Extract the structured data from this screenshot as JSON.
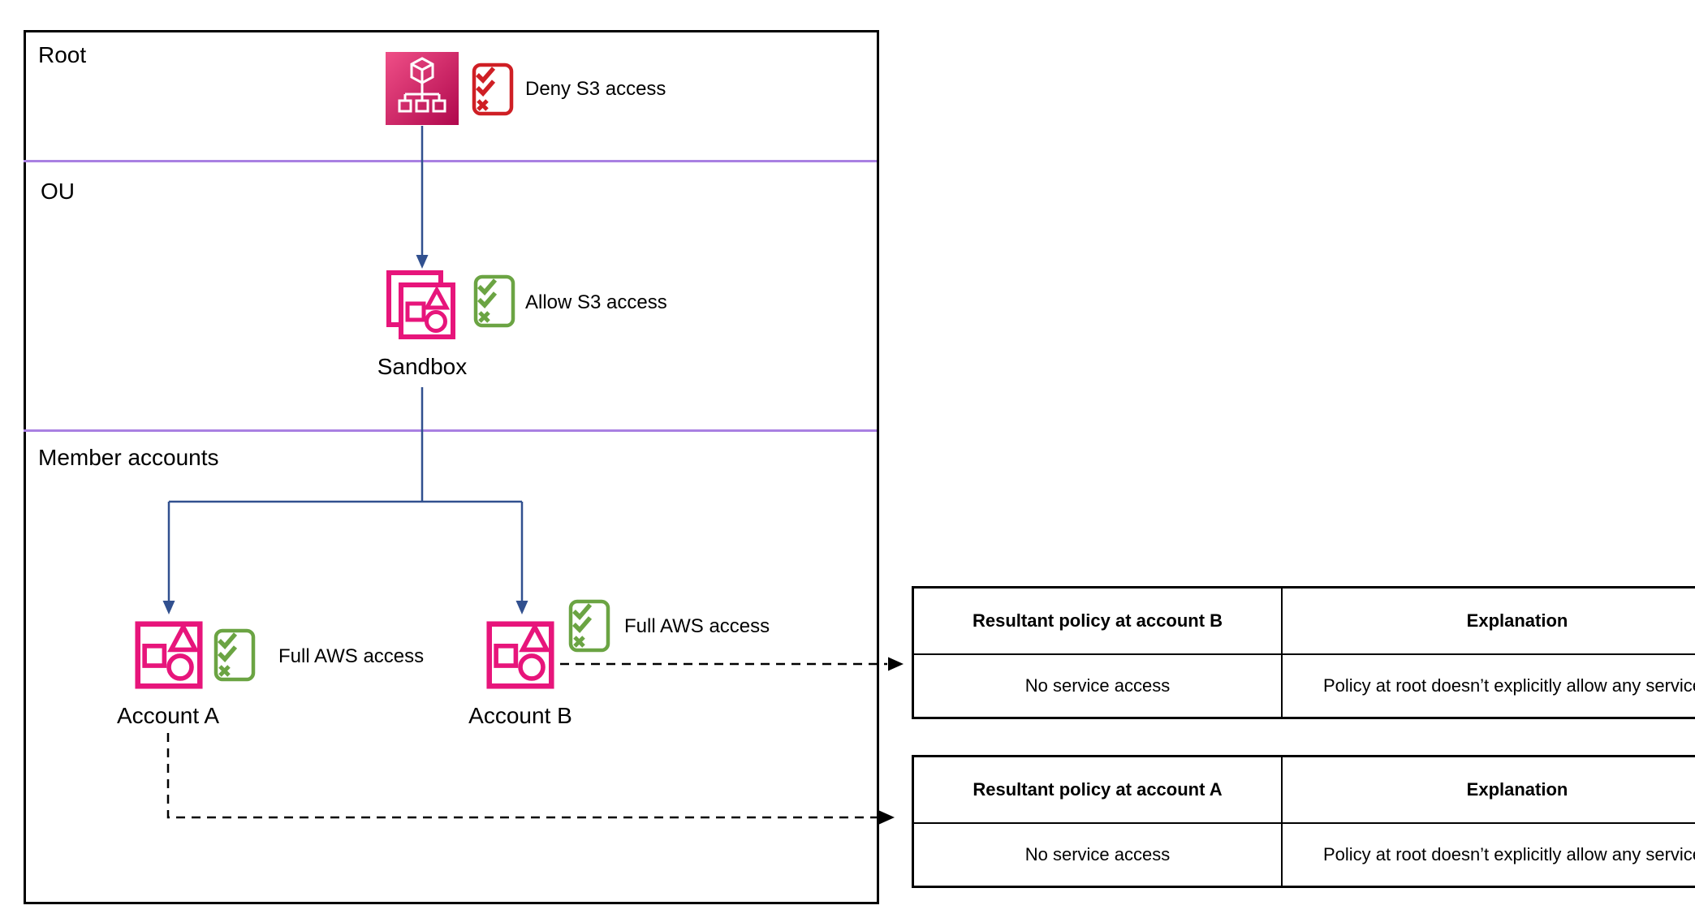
{
  "diagram": {
    "sections": {
      "root_label": "Root",
      "ou_label": "OU",
      "member_label": "Member accounts"
    },
    "root": {
      "policy_label": "Deny S3 access"
    },
    "ou": {
      "name": "Sandbox",
      "policy_label": "Allow S3 access"
    },
    "accounts": [
      {
        "name": "Account A",
        "policy_label": "Full AWS access"
      },
      {
        "name": "Account B",
        "policy_label": "Full AWS access"
      }
    ],
    "icons": {
      "organizations_icon": "aws-organizations (pink gradient square, cube over org tree)",
      "ou_icon": "organizational-unit (stacked squares with triangle, square, circle)",
      "account_icon": "aws-account (square with triangle, square, circle)",
      "deny_policy_icon": "scp-policy-checklist-red",
      "allow_policy_icon": "scp-policy-checklist-green"
    },
    "colors": {
      "pink": "#e7157b",
      "pink_gradient_start": "#ef4f87",
      "pink_gradient_end": "#b0084d",
      "red_policy": "#cf1f25",
      "green_policy": "#6ba443",
      "blue_connector": "#31508f",
      "purple_divider": "#a980e2",
      "black": "#000000"
    }
  },
  "tables": [
    {
      "headers": [
        "Resultant policy at account B",
        "Explanation"
      ],
      "rows": [
        [
          "No service access",
          "Policy at root doesn’t explicitly allow any services"
        ]
      ]
    },
    {
      "headers": [
        "Resultant policy at account A",
        "Explanation"
      ],
      "rows": [
        [
          "No service access",
          "Policy at root doesn’t explicitly allow any services"
        ]
      ]
    }
  ]
}
